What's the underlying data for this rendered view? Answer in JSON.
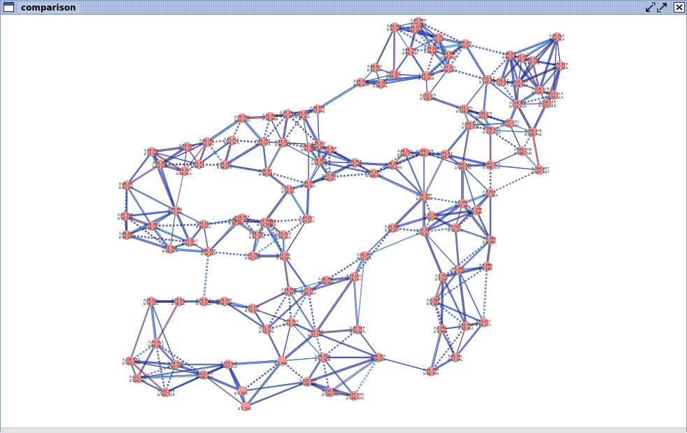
{
  "window": {
    "title": "comparison",
    "buttons": [
      {
        "name": "minimize",
        "icon": "arrow-in-icon"
      },
      {
        "name": "maximize",
        "icon": "arrow-out-icon"
      },
      {
        "name": "close",
        "icon": "close-icon"
      }
    ]
  },
  "graph": {
    "node_color": "#f39a9a",
    "edge_colors": [
      "#1c2a9c",
      "#1530c8",
      "#34a7d4",
      "#c0303a",
      "#1b1b4a"
    ],
    "nodes": [
      {
        "a": "A:87_PRO",
        "b": "B:90_PRO"
      },
      {
        "a": "A:88_GLU",
        "b": "B:91_GLU"
      },
      {
        "a": "A:84_VAL",
        "b": "B:87_VAL"
      },
      {
        "a": "A:89_ILE",
        "b": "B:92_ILE"
      },
      {
        "a": "A:90_LYS",
        "b": "B:93_LYS"
      },
      {
        "a": "A:86_THR",
        "b": "B:89_THR"
      },
      {
        "a": "A:85_LEU",
        "b": "B:88_LEU"
      },
      {
        "a": "A:83_PHE",
        "b": "B:86_PHE"
      },
      {
        "a": "A:91_ALA",
        "b": "B:94_ALA"
      },
      {
        "a": "A:80_ILE",
        "b": "B:83_ILE"
      },
      {
        "a": "A:81_ARG",
        "b": "B:84_ARG"
      },
      {
        "a": "A:82_TYR",
        "b": "B:85_TYR"
      },
      {
        "a": "A:79_SER",
        "b": "B:82_SER"
      },
      {
        "a": "A:58_GLY",
        "b": "B:61_GLY"
      },
      {
        "a": "A:55_ASN",
        "b": "B:58_ASN"
      },
      {
        "a": "A:56_VAL",
        "b": "B:59_VAL"
      },
      {
        "a": "A:57_GLY",
        "b": "B:60_GLY"
      },
      {
        "a": "A:52_ASN",
        "b": "B:55_ASN"
      },
      {
        "a": "A:53_LEU",
        "b": "B:56_LEU"
      },
      {
        "a": "A:113_ILE",
        "b": "B:116_ILE"
      },
      {
        "a": "A:114_ILE",
        "b": "B:117_ILE"
      },
      {
        "a": "A:115_SER",
        "b": "B:118_SER"
      },
      {
        "a": "A:116_GLN",
        "b": "B:119_GLN"
      },
      {
        "a": "A:117_ALA",
        "b": "B:120_ALA"
      },
      {
        "a": "A:118_SER",
        "b": "B:121_SER"
      },
      {
        "a": "A:119_ASP",
        "b": "B:122_ASP"
      },
      {
        "a": "A:112_LYS",
        "b": "B:115_LYS"
      },
      {
        "a": "A:111_VAL",
        "b": "B:114_VAL"
      },
      {
        "a": "A:110_LYS",
        "b": "B:113_LYS"
      },
      {
        "a": "A:109_GLU",
        "b": "B:112_GLU"
      },
      {
        "a": "A:108_ARG",
        "b": "B:111_ARG"
      },
      {
        "a": "A:107_LEU",
        "b": "B:110_LEU"
      },
      {
        "a": "A:106_PHE",
        "b": "B:109_PHE"
      },
      {
        "a": "A:105_THR",
        "b": "B:108_THR"
      },
      {
        "a": "A:104_MET",
        "b": "B:107_MET"
      },
      {
        "a": "A:103_GLU",
        "b": "B:106_GLU"
      },
      {
        "a": "A:102_VAL",
        "b": "B:105_VAL"
      },
      {
        "a": "A:101_ILE",
        "b": "B:104_ILE"
      },
      {
        "a": "A:100_SER",
        "b": "B:103_SER"
      },
      {
        "a": "A:99_GLY",
        "b": "B:102_GLY"
      },
      {
        "a": "A:98_ARG",
        "b": "B:101_ARG"
      },
      {
        "a": "A:97_LEU",
        "b": "B:100_LEU"
      },
      {
        "a": "A:96_PHE",
        "b": "B:99_PHE"
      },
      {
        "a": "A:95_ASP",
        "b": "B:98_ASP"
      },
      {
        "a": "A:94_GLY",
        "b": "B:97_GLY"
      },
      {
        "a": "A:93_LEU",
        "b": "B:96_LEU"
      },
      {
        "a": "A:92_TYR",
        "b": "B:95_TYR"
      },
      {
        "a": "A:61_ALA",
        "b": "B:64_ALA"
      },
      {
        "a": "A:60_VAL",
        "b": "B:63_VAL"
      },
      {
        "a": "A:59_LEU",
        "b": "B:62_LEU"
      },
      {
        "a": "A:54_VAL",
        "b": "B:57_VAL"
      },
      {
        "a": "A:51_ILE",
        "b": "B:54_ILE"
      },
      {
        "a": "A:50_ASP",
        "b": "B:53_ASP"
      },
      {
        "a": "A:49_ALA",
        "b": "B:52_ALA"
      },
      {
        "a": "A:48_LYS",
        "b": "B:51_LYS"
      },
      {
        "a": "A:47_THR",
        "b": "B:50_THR"
      },
      {
        "a": "A:46_GLU",
        "b": "B:49_GLU"
      },
      {
        "a": "A:45_ARG",
        "b": "B:48_ARG"
      },
      {
        "a": "A:44_VAL",
        "b": "B:47_VAL"
      },
      {
        "a": "A:43_LEU",
        "b": "B:46_LEU"
      },
      {
        "a": "A:42_ALA",
        "b": "B:45_ALA"
      },
      {
        "a": "A:41_GLU",
        "b": "B:44_GLU"
      },
      {
        "a": "A:40_ASP",
        "b": "B:43_ASP"
      },
      {
        "a": "A:39_ALA",
        "b": "B:42_ALA"
      },
      {
        "a": "A:38_THR",
        "b": "B:41_THR"
      },
      {
        "a": "A:37_SER",
        "b": "B:40_SER"
      },
      {
        "a": "A:36_ILE",
        "b": "B:39_ILE"
      },
      {
        "a": "A:35_LEU",
        "b": "B:38_LEU"
      },
      {
        "a": "A:34_PHE",
        "b": "B:37_PHE"
      },
      {
        "a": "A:33_GLY",
        "b": "B:36_GLY"
      },
      {
        "a": "A:32_VAL",
        "b": "B:35_VAL"
      },
      {
        "a": "A:31_ASN",
        "b": "B:34_ASN"
      },
      {
        "a": "A:30_ARG",
        "b": "B:33_ARG"
      },
      {
        "a": "A:29_LYS",
        "b": "B:32_LYS"
      },
      {
        "a": "A:28_GLN",
        "b": "B:31_GLN"
      },
      {
        "a": "A:27_HIS",
        "b": "B:30_HIS"
      },
      {
        "a": "A:26_GLY",
        "b": "B:29_GLY"
      },
      {
        "a": "A:25_ILE",
        "b": "B:28_ILE"
      },
      {
        "a": "A:24_LEU",
        "b": "B:27_LEU"
      },
      {
        "a": "A:23_GLU",
        "b": "B:26_GLU"
      },
      {
        "a": "A:22_THR",
        "b": "B:25_THR"
      },
      {
        "a": "A:21_VAL",
        "b": "B:24_VAL"
      },
      {
        "a": "A:20_TYR",
        "b": "B:23_TYR"
      },
      {
        "a": "A:19_SER",
        "b": "B:22_SER"
      },
      {
        "a": "A:18_PHE",
        "b": "B:21_PHE"
      },
      {
        "a": "A:17_ALA",
        "b": "B:20_ALA"
      },
      {
        "a": "A:16_ASP",
        "b": "B:19_ASP"
      },
      {
        "a": "A:15_LEU",
        "b": "B:18_LEU"
      },
      {
        "a": "A:14_LYS",
        "b": "B:17_LYS"
      },
      {
        "a": "A:13_GLY",
        "b": "B:16_GLY"
      },
      {
        "a": "A:12_ILE",
        "b": "B:15_ILE"
      },
      {
        "a": "A:11_ARG",
        "b": "B:14_ARG"
      },
      {
        "a": "A:10_THR",
        "b": "B:13_THR"
      },
      {
        "a": "A:9_VAL",
        "b": "B:12_VAL"
      },
      {
        "a": "A:8_ALA",
        "b": "B:11_ALA"
      },
      {
        "a": "A:7_GLU",
        "b": "B:10_GLU"
      },
      {
        "a": "A:6_THR",
        "b": "B:9_THR"
      },
      {
        "a": "A:5_PRO",
        "b": "B:8_PRO"
      },
      {
        "a": "A:4_PRO",
        "b": "B:7_PRO"
      },
      {
        "a": "A:3_ASP",
        "b": "B:6_ASP"
      },
      {
        "a": "A:2_GLY",
        "b": "B:5_GLY"
      },
      {
        "a": "A:1_SER",
        "b": "B:4_SER"
      },
      {
        "a": "A:0_PRO",
        "b": "B:3_PRO"
      },
      {
        "a": "A:62_ALA",
        "b": "B:65_ALA"
      },
      {
        "a": "A:63_LEU",
        "b": "B:66_LEU"
      },
      {
        "a": "A:64_VAL",
        "b": "B:67_VAL"
      },
      {
        "a": "A:65_THR",
        "b": "B:68_THR"
      },
      {
        "a": "A:66_GLY",
        "b": "B:69_GLY"
      },
      {
        "a": "A:67_SER",
        "b": "B:70_SER"
      },
      {
        "a": "A:68_ASN",
        "b": "B:71_ASN"
      },
      {
        "a": "A:69_TRP",
        "b": "B:72_TRP"
      },
      {
        "a": "A:70_ALA",
        "b": "B:73_ALA"
      },
      {
        "a": "A:71_CYS",
        "b": "B:74_CYS"
      },
      {
        "a": "A:72_LYS",
        "b": "B:75_LYS"
      },
      {
        "a": "A:73_ASP",
        "b": "B:76_ASP"
      },
      {
        "a": "A:74_GLU",
        "b": "B:77_GLU"
      },
      {
        "a": "A:75_ILE",
        "b": "B:78_ILE"
      },
      {
        "a": "A:76_LEU",
        "b": "B:79_LEU"
      },
      {
        "a": "A:77_ALA",
        "b": "B:80_ALA"
      },
      {
        "a": "A:78_THR",
        "b": "B:81_THR"
      },
      {
        "a": "A:120_PRO",
        "b": "B:123_PRO"
      },
      {
        "a": "A:121_VAL",
        "b": "B:124_VAL"
      },
      {
        "a": "A:122_SER",
        "b": "B:125_SER"
      },
      {
        "a": "A:123_ALA",
        "b": "B:126_ALA"
      },
      {
        "a": "A:124_GLY",
        "b": "B:127_GLY"
      },
      {
        "a": "",
        "b": "B:1_SER"
      },
      {
        "a": "",
        "b": "B:2_THR"
      },
      {
        "a": "",
        "b": "B:0_ASP"
      },
      {
        "a": "A:125_SER",
        "b": "B:128_SER"
      },
      {
        "a": "A:126_VAL",
        "b": "B:129_VAL"
      },
      {
        "a": "A:127_ARG",
        "b": "B:130_ARG"
      }
    ]
  }
}
